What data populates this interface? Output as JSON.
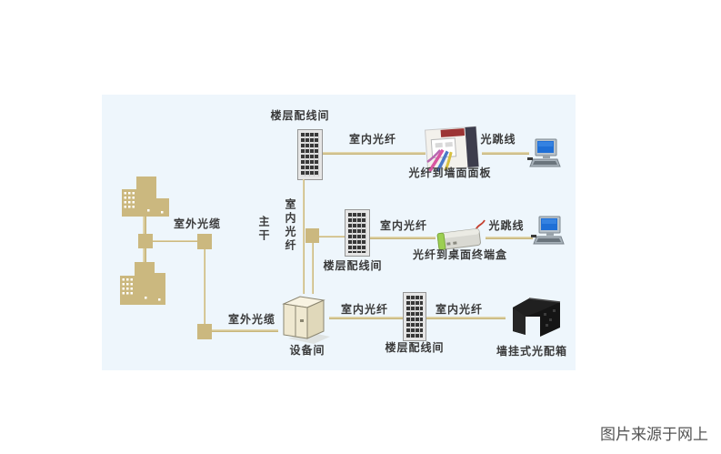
{
  "diagram": {
    "caption": "图片来源于网上",
    "labels": {
      "floor_distribution_room": "楼层配线间",
      "indoor_fiber": "室内光纤",
      "fiber_jumper": "光跳线",
      "fiber_to_wall_panel": "光纤到墙面面板",
      "outdoor_cable": "室外光缆",
      "backbone": "主干",
      "fiber_to_desktop_terminal_box": "光纤到桌面终端盒",
      "equipment_room": "设备间",
      "wall_mounted_fiber_distribution_box": "墙挂式光配箱"
    },
    "colors": {
      "panel_background": "#eef6fc",
      "cable": "#c9b87c",
      "building": "#cbb87f",
      "label_text": "#3a3a3a",
      "computer_screen": "#1f6fd6",
      "caption_text": "#545454"
    }
  }
}
